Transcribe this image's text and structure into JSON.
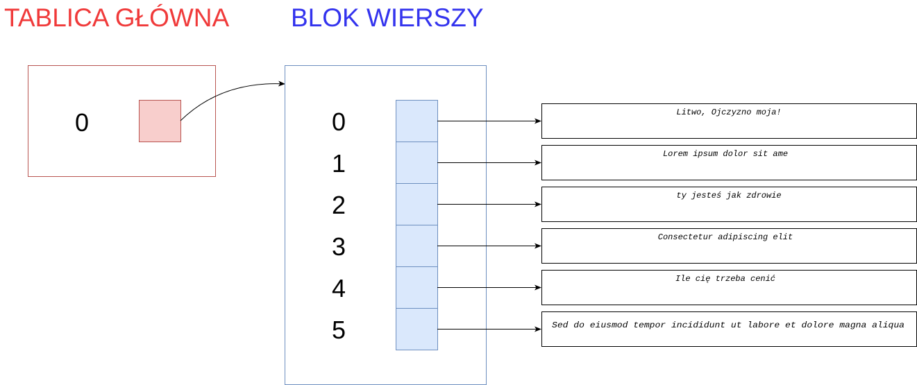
{
  "titles": {
    "main_table": "TABLICA GŁÓWNA",
    "row_block": "BLOK WIERSZY"
  },
  "main_table": {
    "index": "0"
  },
  "row_block": {
    "indices": [
      "0",
      "1",
      "2",
      "3",
      "4",
      "5"
    ]
  },
  "rows": [
    "Litwo, Ojczyzno moja!",
    "Lorem ipsum dolor sit ame",
    "ty jesteś jak zdrowie",
    "Consectetur adipiscing elit",
    "Ile cię trzeba cenić",
    "Sed do eiusmod tempor incididunt ut labore et dolore magna aliqua"
  ],
  "colors": {
    "main_title": "#f03a3a",
    "block_title": "#3333ee",
    "main_border": "#b85450",
    "main_cell_fill": "#f8cecc",
    "block_border": "#6c8ebf",
    "block_cell_fill": "#dae8fc"
  }
}
